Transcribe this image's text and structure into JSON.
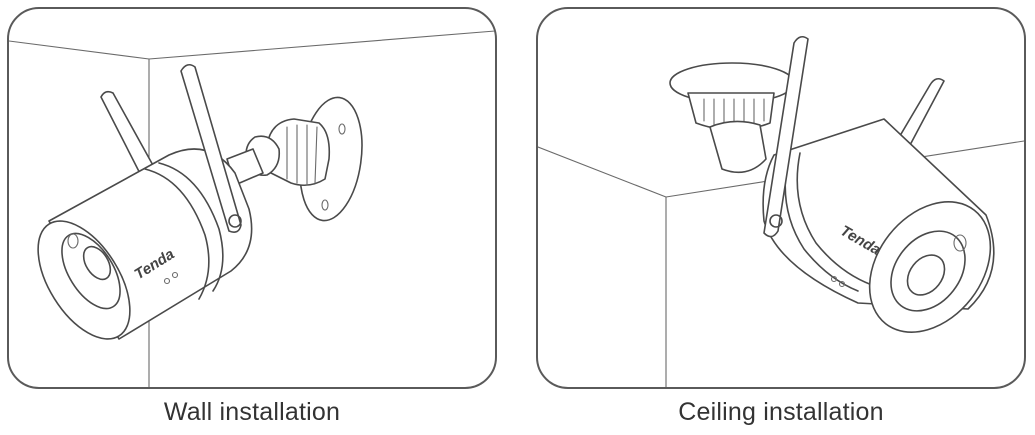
{
  "panels": [
    {
      "caption": "Wall installation",
      "brand": "Tenda"
    },
    {
      "caption": "Ceiling installation",
      "brand": "Tenda"
    }
  ],
  "colors": {
    "line": "#4a4a4a",
    "frame": "#5a5a5a",
    "caption": "#333333",
    "background": "#ffffff"
  }
}
